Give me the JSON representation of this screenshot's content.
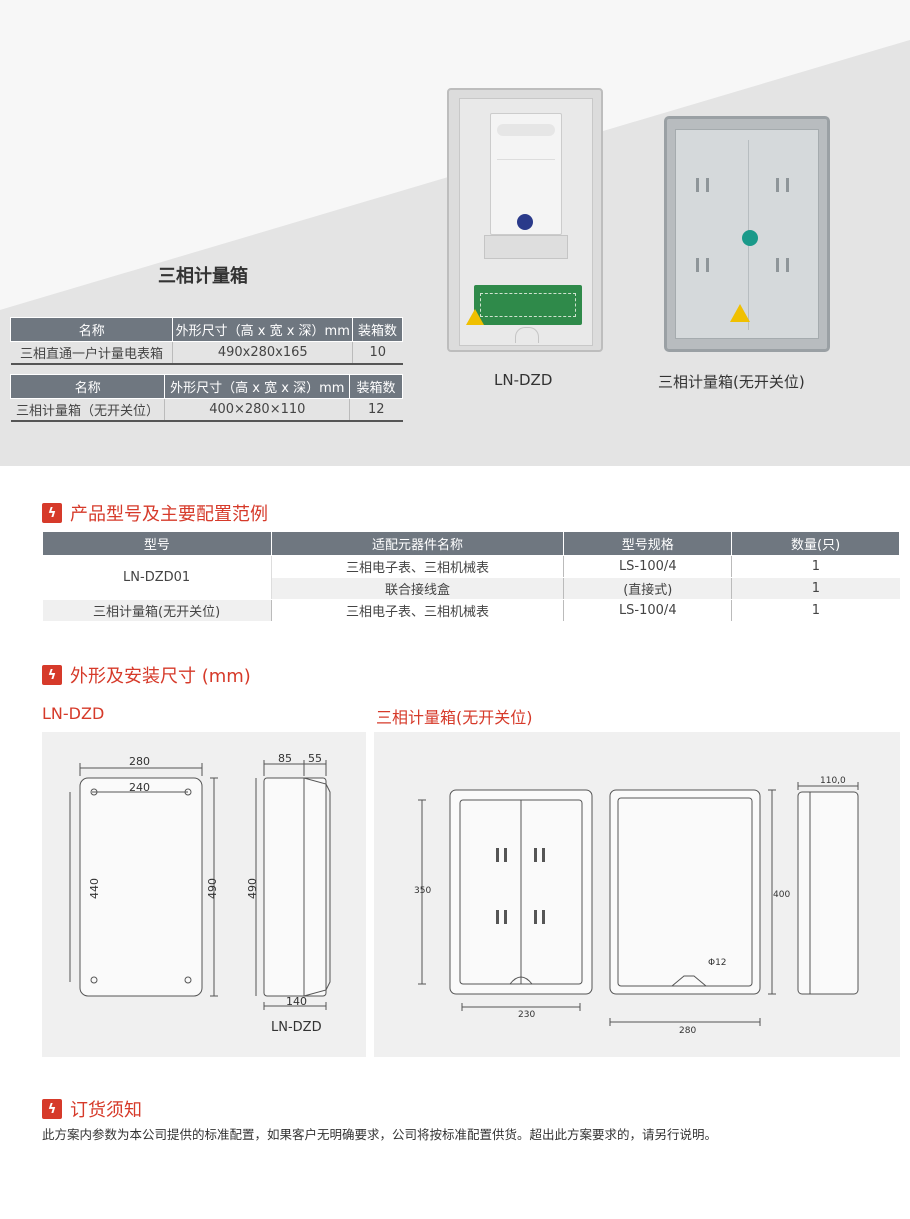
{
  "product": {
    "title": "三相计量箱"
  },
  "table1": {
    "headers": [
      "名称",
      "外形尺寸（高 x 宽 x 深）mm",
      "装箱数"
    ],
    "rows": [
      [
        "三相直通一户计量电表箱",
        "490x280x165",
        "10"
      ]
    ]
  },
  "table2": {
    "headers": [
      "名称",
      "外形尺寸（高 x 宽 x 深）mm",
      "装箱数"
    ],
    "rows": [
      [
        "三相计量箱（无开关位）",
        "400×280×110",
        "12"
      ]
    ]
  },
  "photos": {
    "caption1": "LN-DZD",
    "caption2": "三相计量箱(无开关位)"
  },
  "section1": {
    "icon": "lightning-icon",
    "title": "产品型号及主要配置范例"
  },
  "table3": {
    "headers": [
      "型号",
      "适配元器件名称",
      "型号规格",
      "数量(只)"
    ],
    "model1": "LN-DZD01",
    "rows": [
      [
        "三相电子表、三相机械表",
        "LS-100/4",
        "1"
      ],
      [
        "联合接线盒",
        "(直接式)",
        "1"
      ]
    ],
    "model2": "三相计量箱(无开关位)",
    "row3": [
      "三相电子表、三相机械表",
      "LS-100/4",
      "1"
    ]
  },
  "section2": {
    "icon": "lightning-icon",
    "title": "外形及安装尺寸 (mm)"
  },
  "drawings": {
    "left_title": "LN-DZD",
    "right_title": "三相计量箱(无开关位)",
    "d280": "280",
    "d240": "240",
    "d440": "440",
    "d490a": "490",
    "d85": "85",
    "d55": "55",
    "d490b": "490",
    "d140": "140",
    "left_caption": "LN-DZD",
    "r350": "350",
    "r230": "230",
    "r400": "400",
    "r280": "280",
    "rphi": "Φ12",
    "r110": "110,0"
  },
  "section3": {
    "icon": "lightning-icon",
    "title": "订货须知",
    "note": "此方案内参数为本公司提供的标准配置，如果客户无明确要求，公司将按标准配置供货。超出此方案要求的，请另行说明。"
  }
}
